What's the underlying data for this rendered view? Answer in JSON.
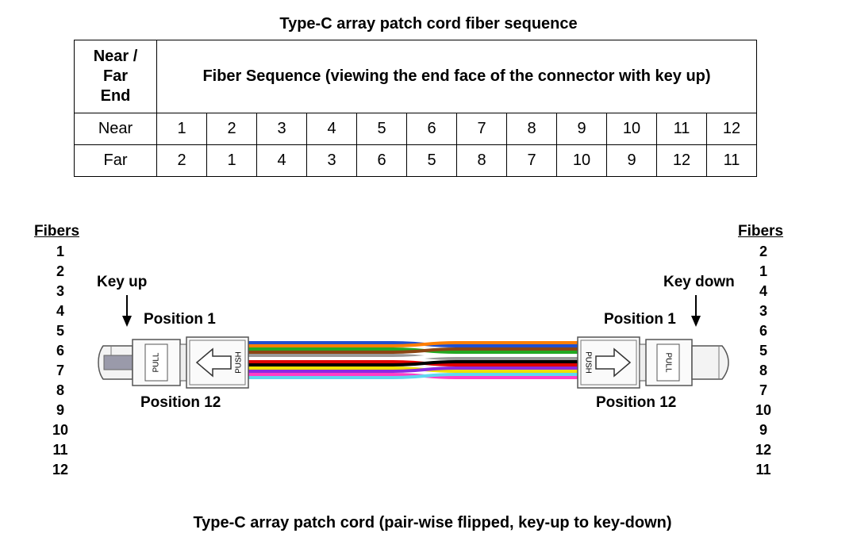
{
  "title": "Type-C array patch cord fiber sequence",
  "table": {
    "header_left": [
      "Near /",
      "Far",
      "End"
    ],
    "header_right": "Fiber Sequence (viewing the end face of the connector with key up)",
    "rows": [
      {
        "label": "Near",
        "values": [
          "1",
          "2",
          "3",
          "4",
          "5",
          "6",
          "7",
          "8",
          "9",
          "10",
          "11",
          "12"
        ]
      },
      {
        "label": "Far",
        "values": [
          "2",
          "1",
          "4",
          "3",
          "6",
          "5",
          "8",
          "7",
          "10",
          "9",
          "12",
          "11"
        ]
      }
    ]
  },
  "left_fibers": {
    "heading": "Fibers",
    "items": [
      "1",
      "2",
      "3",
      "4",
      "5",
      "6",
      "7",
      "8",
      "9",
      "10",
      "11",
      "12"
    ]
  },
  "right_fibers": {
    "heading": "Fibers",
    "items": [
      "2",
      "1",
      "4",
      "3",
      "6",
      "5",
      "8",
      "7",
      "10",
      "9",
      "12",
      "11"
    ]
  },
  "left_connector": {
    "key_label": "Key up",
    "position_top": "Position 1",
    "position_bottom": "Position 12",
    "pull_label": "PULL",
    "push_label": "PUSH"
  },
  "right_connector": {
    "key_label": "Key down",
    "position_top": "Position 1",
    "position_bottom": "Position 12",
    "pull_label": "PULL",
    "push_label": "PUSH"
  },
  "fiber_colors": [
    "#1f4fd0",
    "#ff7f00",
    "#22a822",
    "#8b4513",
    "#9a9a9a",
    "#ffffff",
    "#e00000",
    "#000000",
    "#f0e000",
    "#8a2be2",
    "#ff3fc8",
    "#5fd8f0"
  ],
  "caption": "Type-C array patch cord (pair-wise flipped, key-up to key-down)"
}
